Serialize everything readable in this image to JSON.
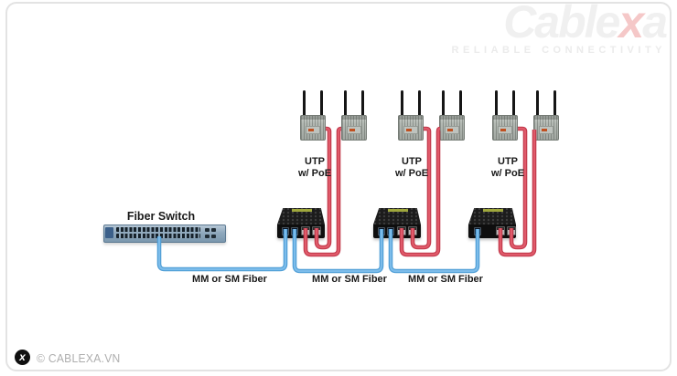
{
  "brand": {
    "name_pre": "Cable",
    "name_x": "x",
    "name_post": "a",
    "tagline": "RELIABLE CONNECTIVITY"
  },
  "colors": {
    "cable_fiber": "#4f9ed6",
    "cable_fiber_core": "#7cbcea",
    "cable_utp": "#c23a4c",
    "cable_utp_core": "#e05a6a",
    "logo_gray": "#f0f0f0",
    "logo_x_pink": "#f5c8c8"
  },
  "diagram": {
    "switch": {
      "label": "Fiber Switch"
    },
    "fiber_links": [
      {
        "label": "MM or SM Fiber"
      },
      {
        "label": "MM or SM Fiber"
      },
      {
        "label": "MM or SM Fiber"
      }
    ],
    "ap_groups": [
      {
        "utp_line1": "UTP",
        "utp_line2": "w/ PoE"
      },
      {
        "utp_line1": "UTP",
        "utp_line2": "w/ PoE"
      },
      {
        "utp_line1": "UTP",
        "utp_line2": "w/ PoE"
      }
    ]
  },
  "footer": {
    "mark": "x",
    "copyright": "© CABLEXA.VN"
  }
}
